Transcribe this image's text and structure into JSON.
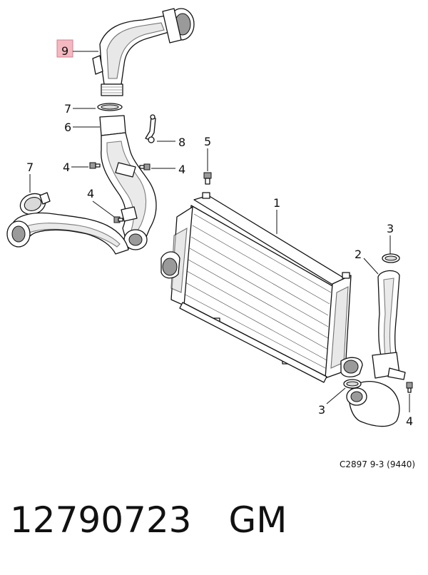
{
  "callouts": {
    "c1": "1",
    "c2": "2",
    "c3a": "3",
    "c3b": "3",
    "c4a": "4",
    "c4b": "4",
    "c4c": "4",
    "c4d": "4",
    "c5": "5",
    "c6": "6",
    "c7a": "7",
    "c7b": "7",
    "c8": "8",
    "c9": "9"
  },
  "highlight_color": "#f4b8c0",
  "diagram_ref": "C2897 9-3 (9440)",
  "footer": {
    "part_number": "12790723",
    "brand": "GM"
  }
}
